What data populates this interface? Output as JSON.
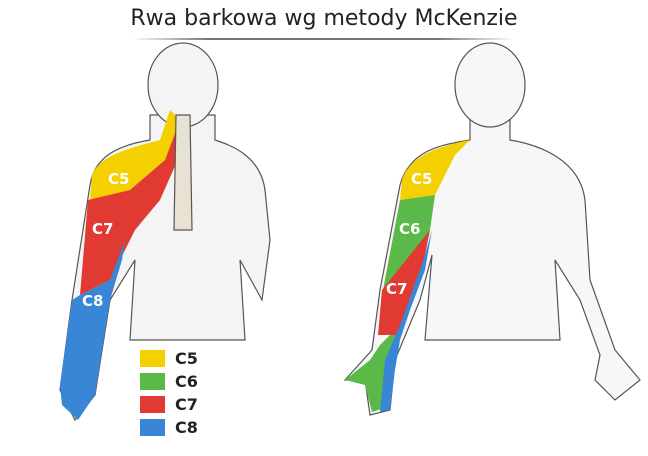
{
  "title": "Rwa barkowa wg metody McKenzie",
  "colors": {
    "C5": "#f5d000",
    "C6": "#5bb94a",
    "C7": "#e03a33",
    "C8": "#3a86d6"
  },
  "back_figure": {
    "labels": [
      "C5",
      "C7",
      "C8"
    ]
  },
  "front_figure": {
    "labels": [
      "C5",
      "C6",
      "C7"
    ]
  },
  "legend": [
    {
      "label": "C5",
      "color": "#f5d000"
    },
    {
      "label": "C6",
      "color": "#5bb94a"
    },
    {
      "label": "C7",
      "color": "#e03a33"
    },
    {
      "label": "C8",
      "color": "#3a86d6"
    }
  ]
}
